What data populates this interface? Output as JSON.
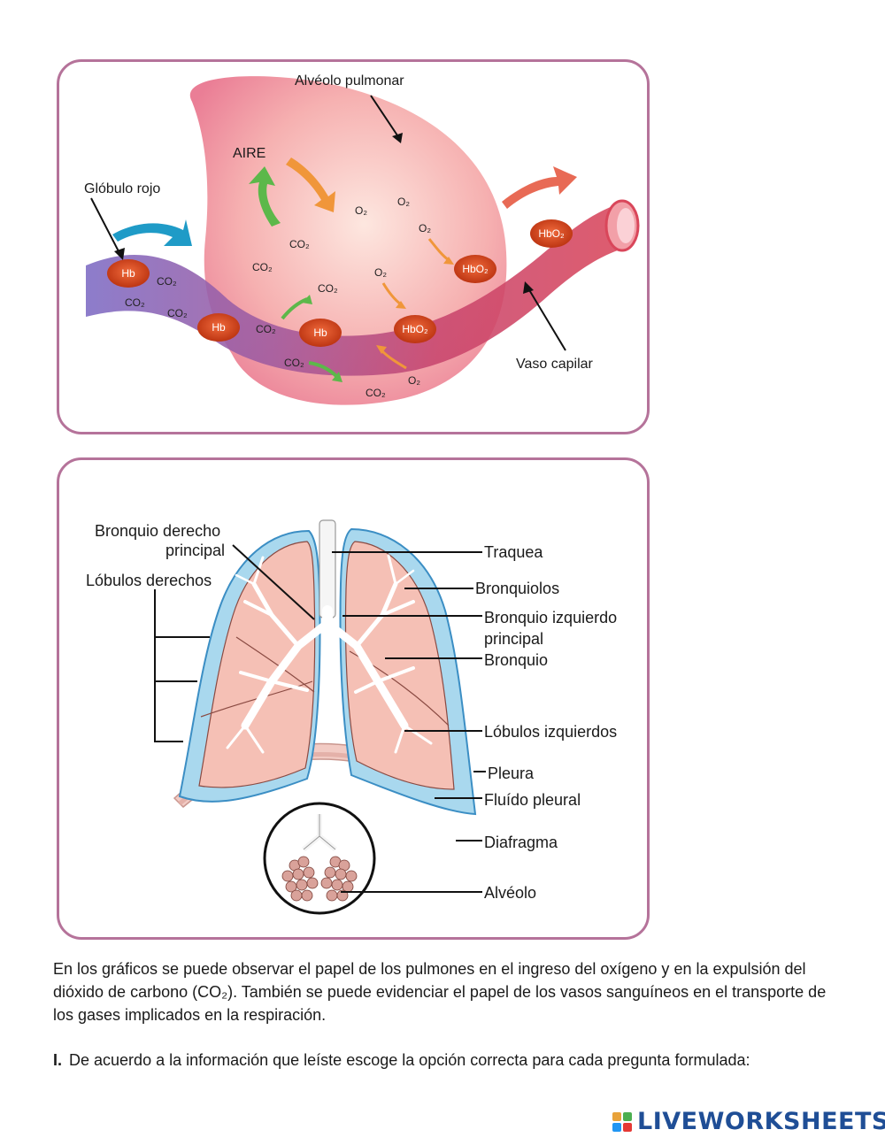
{
  "alveolo_panel": {
    "title": "Alvéolo pulmonar",
    "aire": "AIRE",
    "globulo_rojo": "Glóbulo rojo",
    "vaso_capilar": "Vaso capilar",
    "hb": "Hb",
    "hbo2": "HbO₂",
    "o2": "O₂",
    "co2": "CO₂"
  },
  "lungs_panel": {
    "bronquio_derecho_1": "Bronquio derecho",
    "bronquio_derecho_2": "principal",
    "lobulos_derechos": "Lóbulos derechos",
    "traquea": "Traquea",
    "bronquiolos": "Bronquiolos",
    "bronquio_izquierdo_1": "Bronquio izquierdo",
    "bronquio_izquierdo_2": "principal",
    "bronquio": "Bronquio",
    "lobulos_izquierdos": "Lóbulos izquierdos",
    "pleura": "Pleura",
    "fluido_pleural": "Fluído pleural",
    "diafragma": "Diafragma",
    "alveolo": "Alvéolo"
  },
  "intro_text": "En los gráficos se puede observar el papel de los pulmones en el ingreso del oxígeno y en la expulsión del dióxido de carbono (CO₂). También se puede evidenciar el papel de los vasos sanguíneos en el transporte de los gases implicados en la respiración.",
  "question": {
    "number": "I.",
    "text": "De acuerdo a la información que leíste escoge la opción correcta para cada pregunta formulada:"
  },
  "brand": {
    "name": "LIVEWORKSHEETS",
    "colors": [
      "#e8a23a",
      "#4caf50",
      "#2196f3",
      "#e53935"
    ]
  }
}
